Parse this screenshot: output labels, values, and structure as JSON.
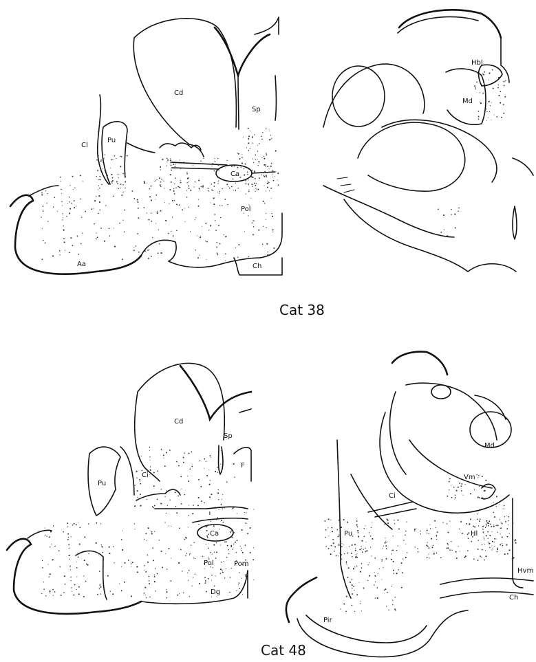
{
  "panels": {
    "cat38": {
      "caption": "Cat 38",
      "left_labels": {
        "cd": "Cd",
        "sp": "Sp",
        "cl": "Cl",
        "pu": "Pu",
        "ca": "Ca",
        "pol": "Pol",
        "aa": "Aa",
        "ch": "Ch"
      },
      "right_labels": {
        "hbl": "Hbl",
        "md": "Md"
      }
    },
    "cat48": {
      "caption": "Cat 48",
      "left_labels": {
        "cd": "Cd",
        "sp": "Sp",
        "f": "F",
        "pu": "Pu",
        "ci": "Ci",
        "ca": "Ca",
        "pol": "Pol",
        "pom": "Pom",
        "dg": "Dg"
      },
      "right_labels": {
        "md": "Md",
        "vm": "Vm",
        "ci": "Ci",
        "pu": "Pu",
        "hl": "Hl",
        "hvm": "Hvm",
        "ch": "Ch",
        "pir": "Pir"
      }
    }
  }
}
